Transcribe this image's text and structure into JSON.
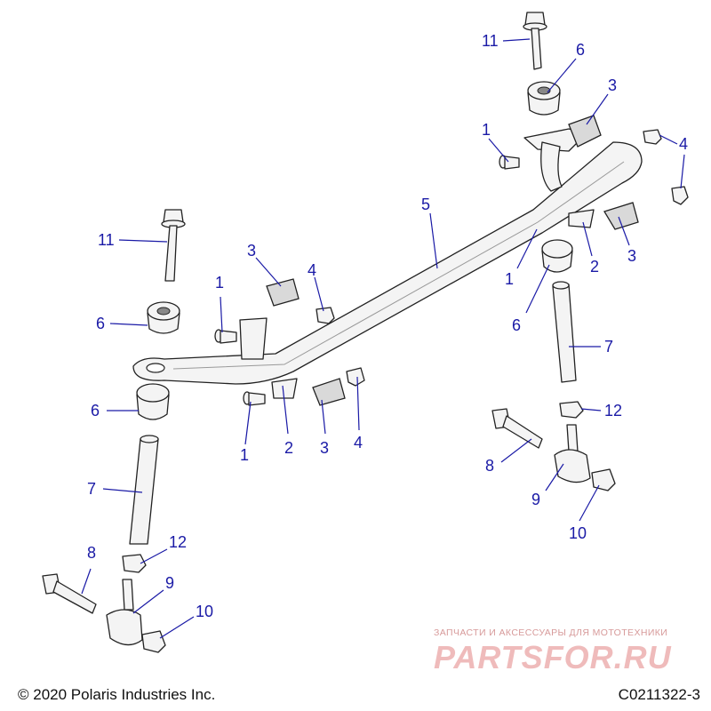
{
  "callouts": [
    {
      "id": "c11a",
      "text": "11"
    },
    {
      "id": "c6a",
      "text": "6"
    },
    {
      "id": "c3a",
      "text": "3"
    },
    {
      "id": "c1a",
      "text": "1"
    },
    {
      "id": "c4a",
      "text": "4"
    },
    {
      "id": "c5",
      "text": "5"
    },
    {
      "id": "c11b",
      "text": "11"
    },
    {
      "id": "c3b",
      "text": "3"
    },
    {
      "id": "c1b",
      "text": "1"
    },
    {
      "id": "c4b",
      "text": "4"
    },
    {
      "id": "c1c",
      "text": "1"
    },
    {
      "id": "c2a",
      "text": "2"
    },
    {
      "id": "c3c",
      "text": "3"
    },
    {
      "id": "c6b",
      "text": "6"
    },
    {
      "id": "c6c",
      "text": "6"
    },
    {
      "id": "c7a",
      "text": "7"
    },
    {
      "id": "c1d",
      "text": "1"
    },
    {
      "id": "c2b",
      "text": "2"
    },
    {
      "id": "c3d",
      "text": "3"
    },
    {
      "id": "c4c",
      "text": "4"
    },
    {
      "id": "c12a",
      "text": "12"
    },
    {
      "id": "c6d",
      "text": "6"
    },
    {
      "id": "c7b",
      "text": "7"
    },
    {
      "id": "c8a",
      "text": "8"
    },
    {
      "id": "c9a",
      "text": "9"
    },
    {
      "id": "c10a",
      "text": "10"
    },
    {
      "id": "c12b",
      "text": "12"
    },
    {
      "id": "c8b",
      "text": "8"
    },
    {
      "id": "c9b",
      "text": "9"
    },
    {
      "id": "c10b",
      "text": "10"
    }
  ],
  "footer": {
    "copyright": "© 2020 Polaris Industries Inc.",
    "drawing_id": "C0211322-3"
  },
  "watermark": {
    "tagline": "ЗАПЧАСТИ И АКСЕССУАРЫ ДЛЯ МОТОТЕХНИКИ",
    "logo": "PARTSFOR.RU"
  },
  "colors": {
    "callout": "#1a1aa6",
    "watermark": "#d23c3c"
  }
}
